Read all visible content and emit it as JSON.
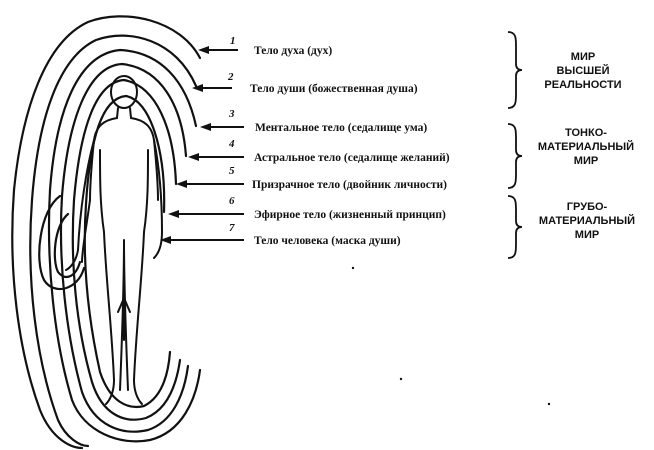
{
  "bodies": [
    {
      "num": "1",
      "label": "Тело духа (дух)"
    },
    {
      "num": "2",
      "label": "Тело души (божественная душа)"
    },
    {
      "num": "3",
      "label": "Ментальное тело (седалище ума)"
    },
    {
      "num": "4",
      "label": "Астральное тело (седалище желаний)"
    },
    {
      "num": "5",
      "label": "Призрачное тело (двойник личности)"
    },
    {
      "num": "6",
      "label": "Эфирное тело (жизненный принцип)"
    },
    {
      "num": "7",
      "label": "Тело человека (маска души)"
    }
  ],
  "worlds": [
    {
      "lines": [
        "МИР",
        "ВЫСШЕЙ",
        "РЕАЛЬНОСТИ"
      ]
    },
    {
      "lines": [
        "ТОНКО-",
        "МАТЕРИАЛЬНЫЙ",
        "МИР"
      ]
    },
    {
      "lines": [
        "ГРУБО-",
        "МАТЕРИАЛЬНЫЙ",
        "МИР"
      ]
    }
  ]
}
